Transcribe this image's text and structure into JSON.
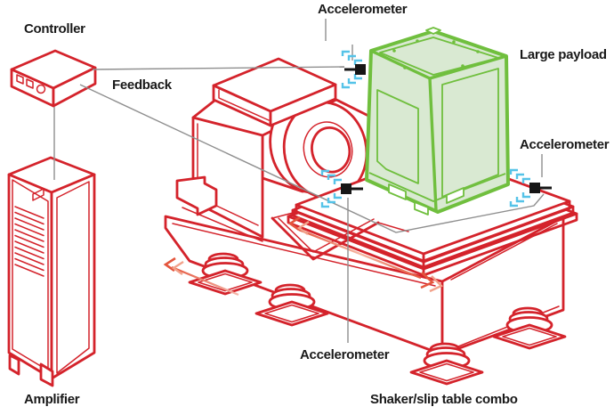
{
  "diagram": {
    "labels": {
      "controller": "Controller",
      "feedback": "Feedback",
      "amplifier": "Amplifier",
      "accelerometer_top": "Accelerometer",
      "accelerometer_right": "Accelerometer",
      "accelerometer_bottom": "Accelerometer",
      "large_payload": "Large payload",
      "shaker_combo": "Shaker/slip table combo"
    },
    "colors": {
      "machine_red": "#d4232b",
      "payload_green": "#70bf3e",
      "payload_fill": "#d9e9d2",
      "vibration_cyan": "#55c3e8",
      "cable_gray": "#8f8f8f",
      "arrow_red": "#e4553c",
      "arrow_light": "#f2a18a",
      "label_text": "#191919"
    },
    "icons": {
      "accelerometer_marker": "black-square-sensor-with-stem",
      "vibration_marks": "nested-cyan-corner-brackets",
      "motion_arrow": "double-headed-gradient-arrow"
    }
  }
}
